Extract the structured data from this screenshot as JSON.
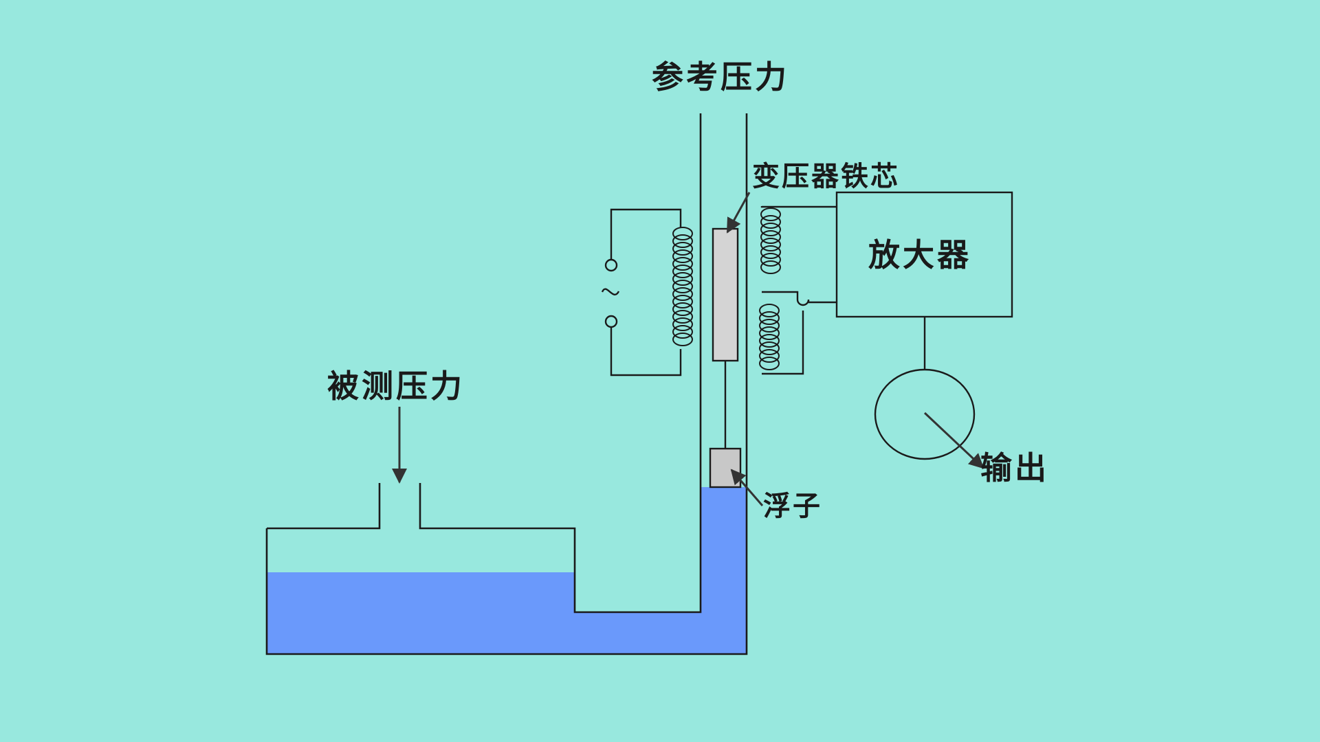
{
  "colors": {
    "background": "#98e8de",
    "liquid": "#6a99fb",
    "core_fill": "#d4d4d4",
    "float_fill": "#c8c8c8",
    "line": "#1a1a1a",
    "arrow": "#333333"
  },
  "labels": {
    "reference_pressure": "参考压力",
    "measured_pressure": "被测压力",
    "transformer_core": "变压器铁芯",
    "amplifier": "放大器",
    "output": "输出",
    "float": "浮子",
    "ac_source_symbol": "~"
  }
}
